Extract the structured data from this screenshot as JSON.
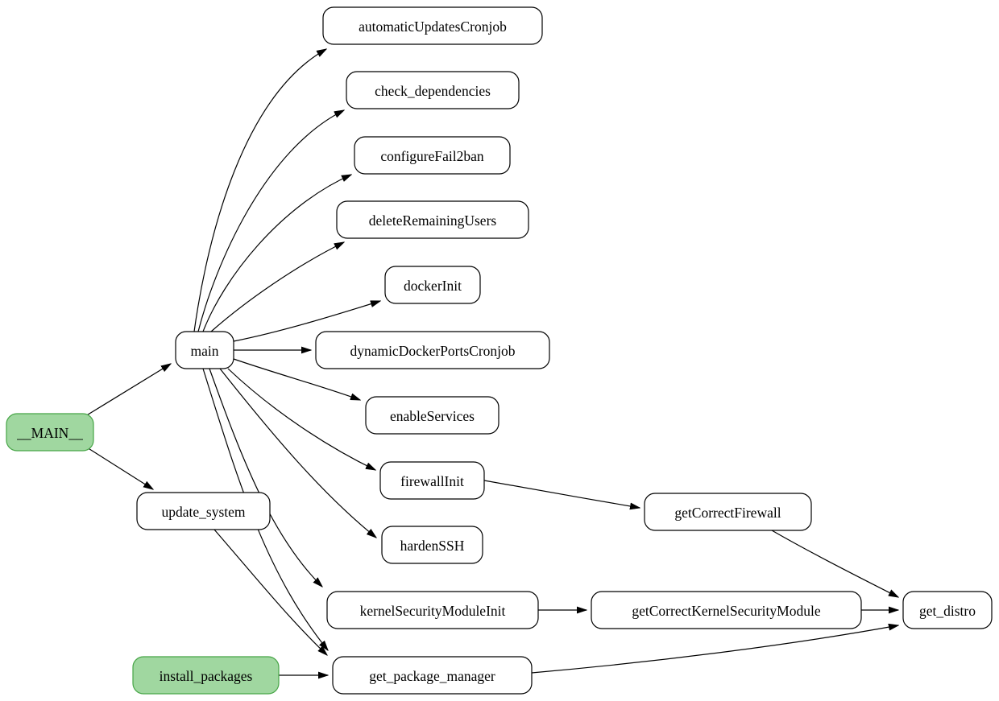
{
  "diagram": {
    "kind": "call-graph",
    "colors": {
      "background": "#ffffff",
      "edge": "#000000",
      "node_fill": "#ffffff",
      "node_border": "#000000",
      "entry_fill": "#a0d7a0",
      "entry_border": "#46a546",
      "text": "#000000"
    },
    "nodes": [
      {
        "id": "__MAIN__",
        "label": "__MAIN__",
        "style": "entry"
      },
      {
        "id": "main",
        "label": "main",
        "style": "default"
      },
      {
        "id": "update_system",
        "label": "update_system",
        "style": "default"
      },
      {
        "id": "install_packages",
        "label": "install_packages",
        "style": "entry"
      },
      {
        "id": "automaticUpdatesCronjob",
        "label": "automaticUpdatesCronjob",
        "style": "default"
      },
      {
        "id": "check_dependencies",
        "label": "check_dependencies",
        "style": "default"
      },
      {
        "id": "configureFail2ban",
        "label": "configureFail2ban",
        "style": "default"
      },
      {
        "id": "deleteRemainingUsers",
        "label": "deleteRemainingUsers",
        "style": "default"
      },
      {
        "id": "dockerInit",
        "label": "dockerInit",
        "style": "default"
      },
      {
        "id": "dynamicDockerPortsCronjob",
        "label": "dynamicDockerPortsCronjob",
        "style": "default"
      },
      {
        "id": "enableServices",
        "label": "enableServices",
        "style": "default"
      },
      {
        "id": "firewallInit",
        "label": "firewallInit",
        "style": "default"
      },
      {
        "id": "hardenSSH",
        "label": "hardenSSH",
        "style": "default"
      },
      {
        "id": "kernelSecurityModuleInit",
        "label": "kernelSecurityModuleInit",
        "style": "default"
      },
      {
        "id": "get_package_manager",
        "label": "get_package_manager",
        "style": "default"
      },
      {
        "id": "getCorrectFirewall",
        "label": "getCorrectFirewall",
        "style": "default"
      },
      {
        "id": "getCorrectKernelSecurityModule",
        "label": "getCorrectKernelSecurityModule",
        "style": "default"
      },
      {
        "id": "get_distro",
        "label": "get_distro",
        "style": "default"
      }
    ],
    "edges": [
      {
        "from": "__MAIN__",
        "to": "main"
      },
      {
        "from": "__MAIN__",
        "to": "update_system"
      },
      {
        "from": "main",
        "to": "automaticUpdatesCronjob"
      },
      {
        "from": "main",
        "to": "check_dependencies"
      },
      {
        "from": "main",
        "to": "configureFail2ban"
      },
      {
        "from": "main",
        "to": "deleteRemainingUsers"
      },
      {
        "from": "main",
        "to": "dockerInit"
      },
      {
        "from": "main",
        "to": "dynamicDockerPortsCronjob"
      },
      {
        "from": "main",
        "to": "enableServices"
      },
      {
        "from": "main",
        "to": "firewallInit"
      },
      {
        "from": "main",
        "to": "hardenSSH"
      },
      {
        "from": "main",
        "to": "kernelSecurityModuleInit"
      },
      {
        "from": "main",
        "to": "get_package_manager"
      },
      {
        "from": "update_system",
        "to": "get_package_manager"
      },
      {
        "from": "install_packages",
        "to": "get_package_manager"
      },
      {
        "from": "firewallInit",
        "to": "getCorrectFirewall"
      },
      {
        "from": "getCorrectFirewall",
        "to": "get_distro"
      },
      {
        "from": "kernelSecurityModuleInit",
        "to": "getCorrectKernelSecurityModule"
      },
      {
        "from": "getCorrectKernelSecurityModule",
        "to": "get_distro"
      },
      {
        "from": "get_package_manager",
        "to": "get_distro"
      }
    ]
  }
}
